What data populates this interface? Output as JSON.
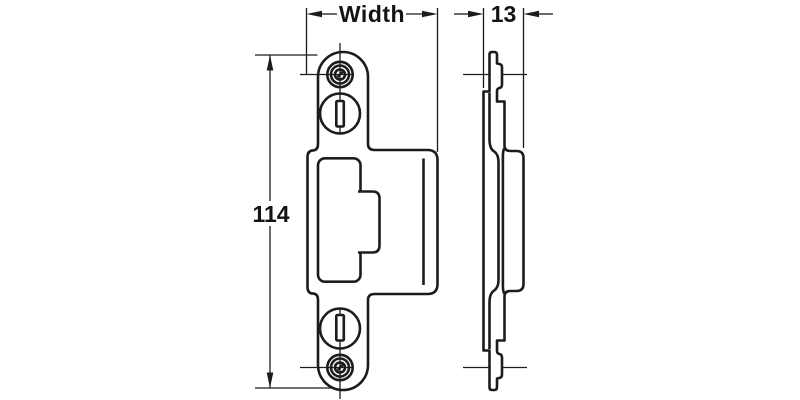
{
  "colors": {
    "line": "#1c1c1c",
    "background": "#ffffff",
    "text": "#141414"
  },
  "dims": {
    "width": {
      "label": "Width"
    },
    "height": {
      "label": "114"
    },
    "depth": {
      "label": "13"
    }
  }
}
